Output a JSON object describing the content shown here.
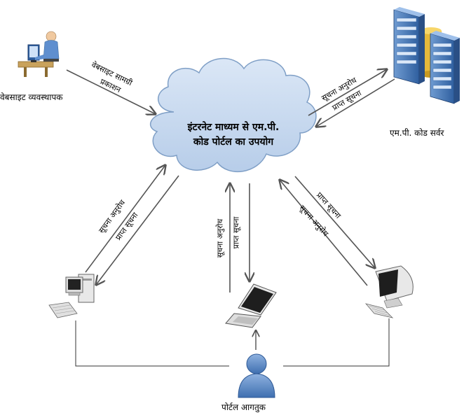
{
  "cloud": {
    "line1": "इंटरनेट माध्यम से एम.पी.",
    "line2": "कोड पोर्टल का उपयोग"
  },
  "nodes": {
    "website_manager": "वेबसाइट व्यवस्थापक",
    "mp_code_server": "एम.पी. कोड सर्वर",
    "portal_visitor": "पोर्टल आगतुक"
  },
  "edges": {
    "website_content_line1": "वेबसाइट सामग्री",
    "website_content_line2": "प्रकाशन",
    "server_request": "सूचना अनुरोध",
    "server_received": "प्राप्त सूचना",
    "left_request": "सूचना अनुरोध",
    "left_received": "प्राप्त सूचना",
    "mid_request": "सूचना अनुरोध",
    "mid_received": "प्राप्त सूचना",
    "right_received": "प्राप्त सूचना",
    "right_request": "सूचना अनुरोध"
  },
  "colors": {
    "cloud_fill": "#c6d9f1",
    "cloud_stroke": "#7f9fc6",
    "arrow": "#555555",
    "server_blue": "#4f81bd",
    "server_gold": "#f5c842",
    "user_blue": "#4f7fbf"
  }
}
